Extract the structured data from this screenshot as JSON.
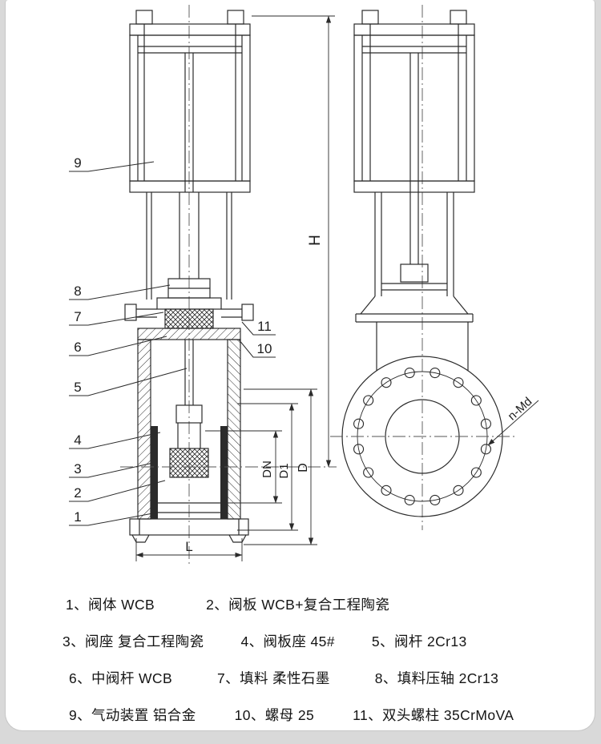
{
  "figure": {
    "callouts": [
      {
        "id": "9",
        "label": "9"
      },
      {
        "id": "8",
        "label": "8"
      },
      {
        "id": "7",
        "label": "7"
      },
      {
        "id": "6",
        "label": "6"
      },
      {
        "id": "5",
        "label": "5"
      },
      {
        "id": "4",
        "label": "4"
      },
      {
        "id": "3",
        "label": "3"
      },
      {
        "id": "2",
        "label": "2"
      },
      {
        "id": "1",
        "label": "1"
      },
      {
        "id": "11",
        "label": "11"
      },
      {
        "id": "10",
        "label": "10"
      }
    ],
    "dimensions": {
      "H": "H",
      "DN": "DN",
      "D1": "D1",
      "D": "D",
      "L": "L",
      "bolt_spec": "n-Md"
    }
  },
  "legend": {
    "rows": [
      [
        {
          "label": "1、阀体 WCB"
        },
        {
          "label": "2、阀板 WCB+复合工程陶瓷"
        }
      ],
      [
        {
          "label": "3、阀座 复合工程陶瓷"
        },
        {
          "label": "4、阀板座 45#"
        },
        {
          "label": "5、阀杆 2Cr13"
        }
      ],
      [
        {
          "label": "6、中阀杆 WCB"
        },
        {
          "label": "7、填料 柔性石墨"
        },
        {
          "label": "8、填料压轴 2Cr13"
        }
      ],
      [
        {
          "label": "9、气动装置 铝合金"
        },
        {
          "label": "10、螺母 25"
        },
        {
          "label": "11、双头螺柱 35CrMoVA"
        }
      ]
    ]
  },
  "colors": {
    "line": "#2b2b2b",
    "page_bg": "#d9d9d9",
    "card_bg": "#ffffff"
  }
}
